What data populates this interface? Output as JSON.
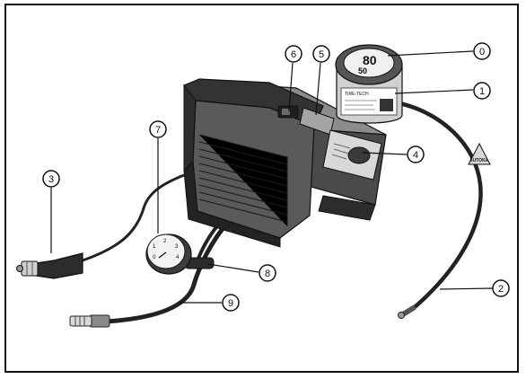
{
  "callouts": [
    "0",
    "1",
    "2",
    "3",
    "4",
    "5",
    "6",
    "7",
    "8",
    "9"
  ],
  "canister": {
    "big_number": "80",
    "small_number": "50",
    "label_text": "TIRE-TECH"
  },
  "gauge": {
    "ticks": [
      "0",
      "1",
      "2",
      "3",
      "4"
    ]
  },
  "watermark": "AUTOKA",
  "colors": {
    "ink": "#111111",
    "body_dark": "#3a3a3a",
    "body_mid": "#6e6e6e",
    "body_light": "#b5b5b5",
    "paper": "#ffffff"
  }
}
